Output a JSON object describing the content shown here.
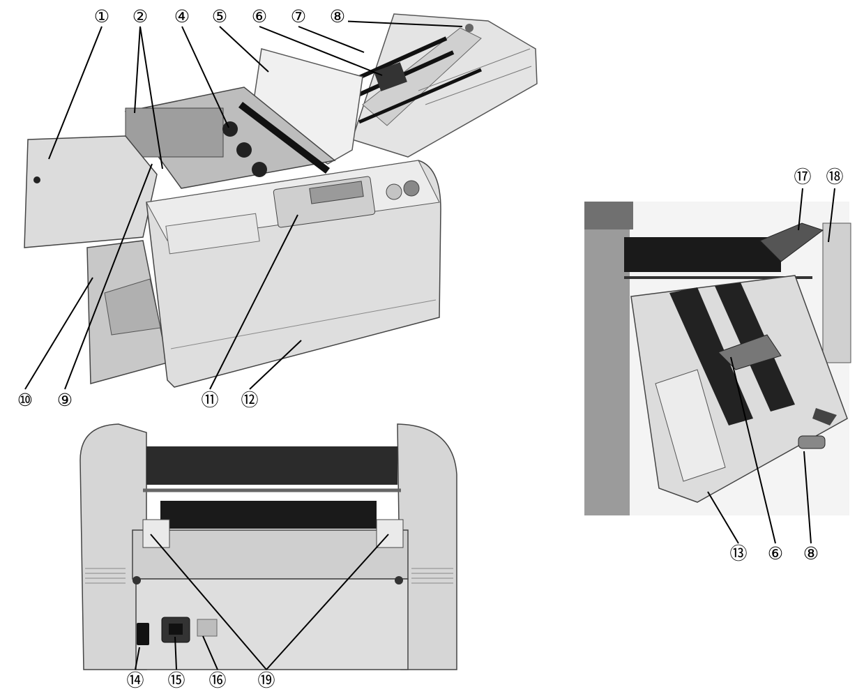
{
  "figure": {
    "views": [
      {
        "name": "front-view-photo"
      },
      {
        "name": "right-side-view-photo"
      },
      {
        "name": "rear-view-photo"
      }
    ]
  },
  "callouts": [
    "①",
    "②",
    "④",
    "⑤",
    "⑥",
    "⑦",
    "⑧",
    "⑨",
    "⑩",
    "⑪",
    "⑫",
    "⑬",
    "⑥",
    "⑧",
    "⑭",
    "⑮",
    "⑯",
    "⑰",
    "⑱",
    "⑲"
  ]
}
